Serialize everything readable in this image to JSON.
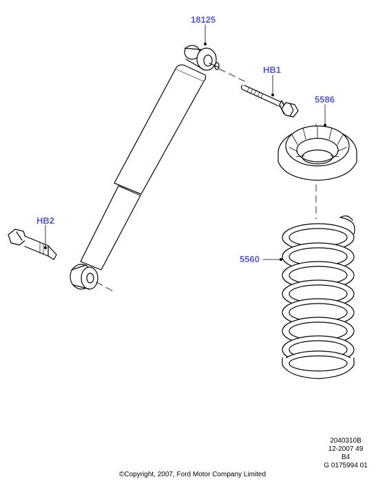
{
  "callouts": {
    "shock_absorber": "18125",
    "upper_bolt": "HB1",
    "spring_seat": "5586",
    "lower_bolt": "HB2",
    "coil_spring": "5560"
  },
  "footer": {
    "ref_line_1": "2040310B",
    "ref_line_2": "12-2007 49",
    "ref_line_3": "B4",
    "ref_line_4": "G 0175994 01",
    "copyright": "©Copyright, 2007, Ford Motor Company Limited"
  },
  "colors": {
    "callout": "#5a5ad6",
    "line_art": "#000000",
    "background": "#ffffff"
  }
}
